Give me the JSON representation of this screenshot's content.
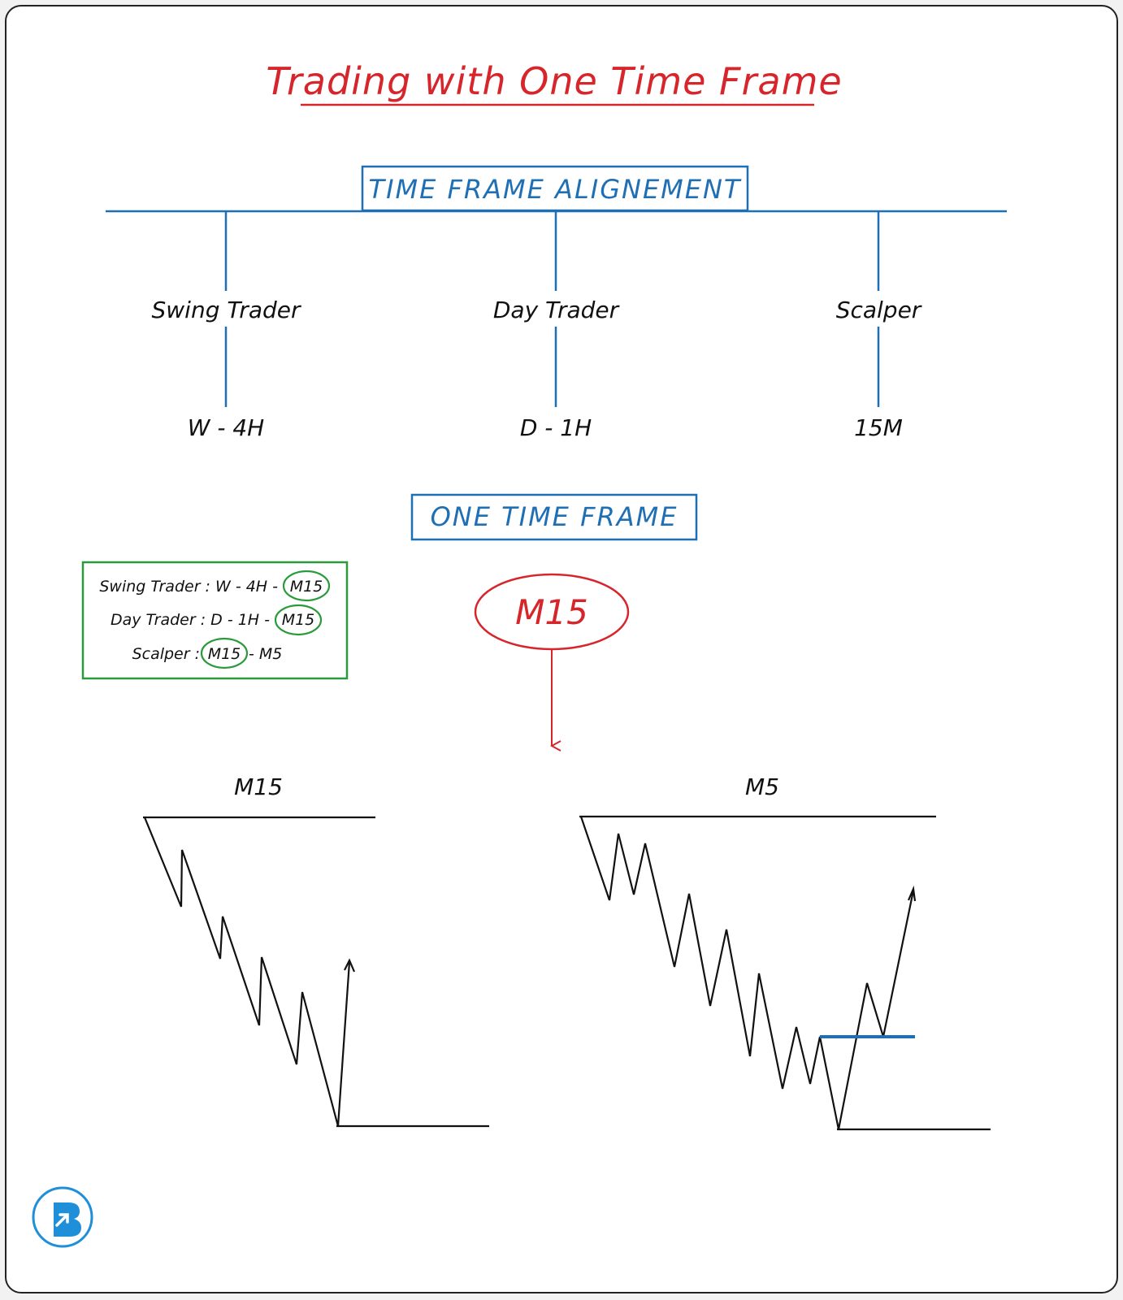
{
  "title": "Trading with One Time Frame",
  "alignment": {
    "header": "TIME FRAME ALIGNEMENT",
    "branches": [
      {
        "name": "Swing Trader",
        "timeframe": "W - 4H"
      },
      {
        "name": "Day Trader",
        "timeframe": "D - 1H"
      },
      {
        "name": "Scalper",
        "timeframe": "15M"
      }
    ]
  },
  "one_time_frame": {
    "header": "ONE TIME FRAME",
    "highlight": "M15",
    "legend_rows": [
      {
        "prefix": "Swing Trader : W - 4H -",
        "circled": "M15",
        "suffix": ""
      },
      {
        "prefix": "Day Trader : D - 1H -",
        "circled": "M15",
        "suffix": ""
      },
      {
        "prefix": "Scalper :",
        "circled": "M15",
        "suffix": "- M5"
      }
    ]
  },
  "charts": {
    "left_label": "M15",
    "right_label": "M5"
  },
  "colors": {
    "red": "#d6262c",
    "blue": "#1f6fb5",
    "green": "#2a9a3a",
    "ink": "#111111"
  },
  "logo_icon": "brand-logo-icon"
}
